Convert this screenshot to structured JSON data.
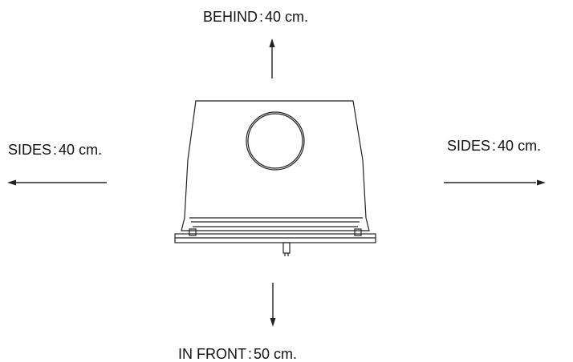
{
  "labels": {
    "behind": {
      "name": "BEHIND",
      "value": "40 cm."
    },
    "left": {
      "name": "SIDES",
      "value": "40 cm."
    },
    "right": {
      "name": "SIDES",
      "value": "40 cm."
    },
    "front": {
      "name": "IN FRONT",
      "value": "50 cm."
    },
    "separator": ":"
  },
  "colors": {
    "line": "#222222",
    "background": "#ffffff"
  }
}
